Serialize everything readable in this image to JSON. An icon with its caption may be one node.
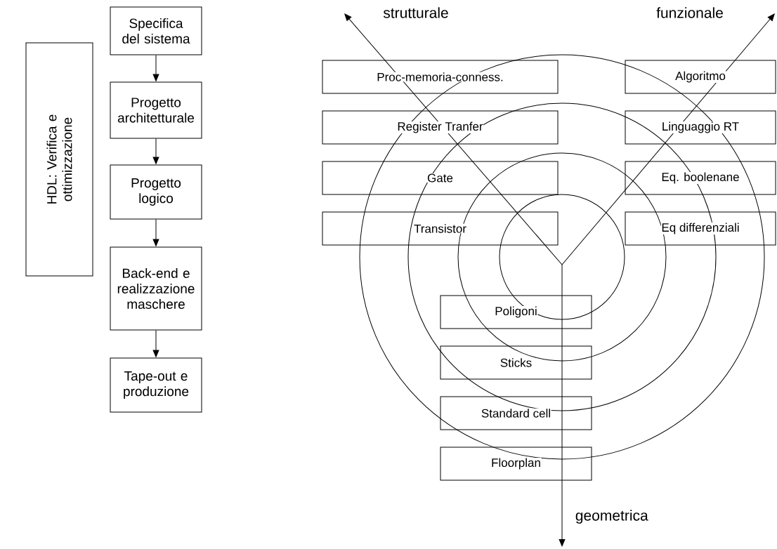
{
  "diagram": {
    "nodes": [
      {
        "text": [
          "HDL: Verifica e ottimizzazione"
        ]
      },
      {
        "text": [
          "Specifica del sistema"
        ]
      },
      {
        "text": [
          "Progetto architetturale"
        ]
      },
      {
        "text": [
          "Progetto logico"
        ]
      },
      {
        "text": [
          "Back-end e realizzazione maschere"
        ]
      },
      {
        "text": [
          "Tape-out e produzione"
        ]
      },
      {
        "text": [
          "Proc-memoria-conness."
        ]
      },
      {
        "text": [
          "Algoritmo"
        ]
      },
      {
        "text": [
          "Register Tranfer"
        ]
      },
      {
        "text": [
          "Linguaggio RT"
        ]
      },
      {
        "text": [
          "Gate"
        ]
      },
      {
        "text": [
          "Eq. boolenane"
        ]
      },
      {
        "text": [
          "Transistor"
        ]
      },
      {
        "text": [
          "Eq differenziali"
        ]
      },
      {
        "text": [
          "Poligoni"
        ]
      },
      {
        "text": [
          "Sticks"
        ]
      },
      {
        "text": [
          "Standard cell"
        ]
      },
      {
        "text": [
          "Floorplan"
        ]
      }
    ],
    "edges": [
      {
        "from": 1,
        "to": 2,
        "arrow": "to"
      },
      {
        "from": 2,
        "to": 3,
        "arrow": "to"
      },
      {
        "from": 3,
        "to": 4,
        "arrow": "to"
      },
      {
        "from": 4,
        "to": 5,
        "arrow": "to"
      }
    ],
    "labels": [
      "strutturale",
      "funzionale",
      "geometrica"
    ]
  }
}
